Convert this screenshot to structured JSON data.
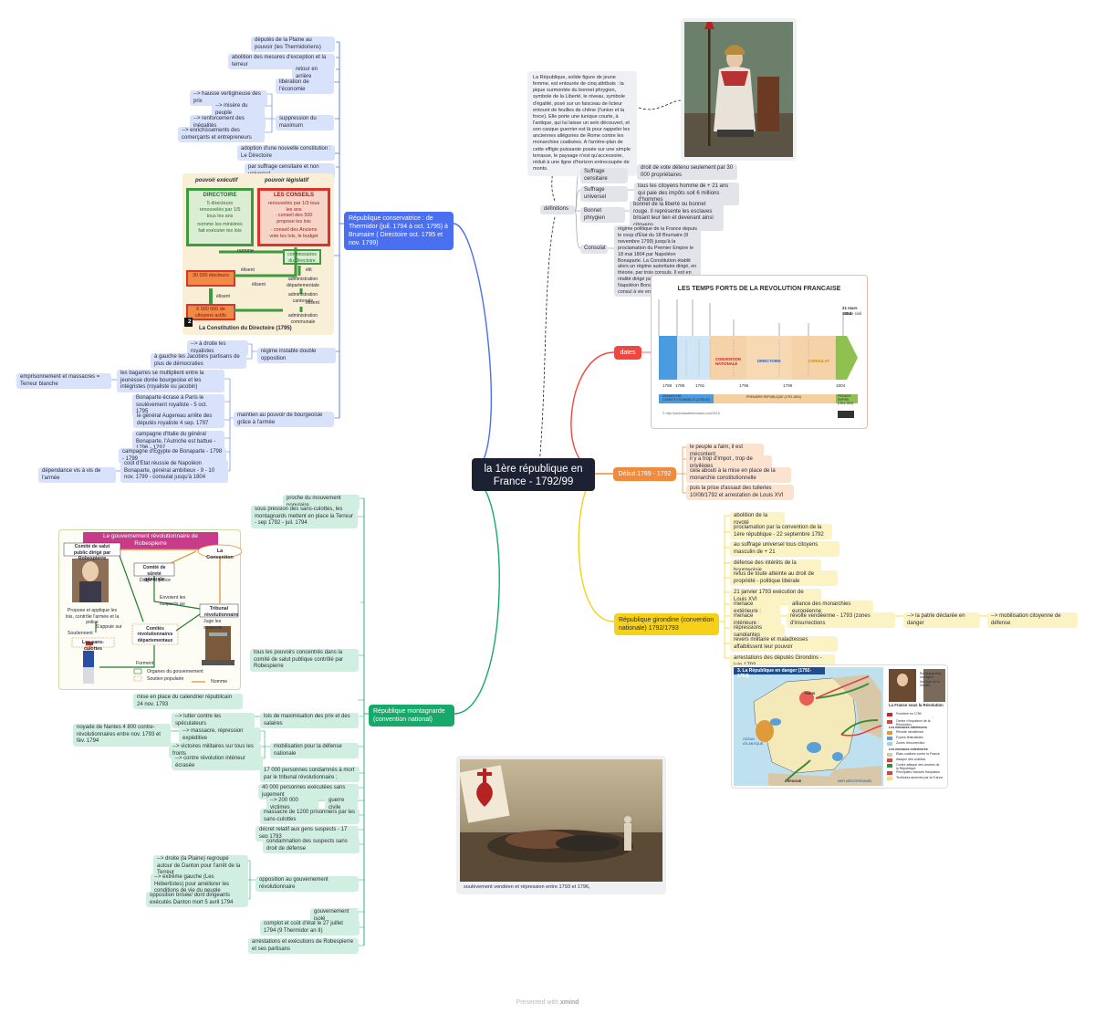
{
  "central": {
    "title": "la 1ère république en France - 1792/99"
  },
  "footer": {
    "presented": "Presented with",
    "brand": "xmind"
  },
  "colors": {
    "conservatrice": "#4a6ff0",
    "montagnarde": "#17a86b",
    "dates": "#f2453d",
    "debut": "#f08a3c",
    "girondine": "#f5d11a",
    "central": "#1c2233"
  },
  "conservatrice": {
    "title": "République conservatrice : de Thermidor (juil. 1794 à oct. 1795) à Brumaire ( Directoire oct. 1795 et nov. 1799)",
    "thermidor": {
      "deputes": "députés de la Plaine au pouvoir (les Thermidoriens)",
      "abolition": "abolition des mesures d'exception et la terreur",
      "retour": "retour en arrière",
      "liberation": "libération de l'économie",
      "suppression": "suppression du maximum",
      "hausse": "--> hausse vertigineuse des prix",
      "misere": "--> misère du peuple",
      "renforcement": "--> renforcement des inégalités",
      "enrichissement": "--> enrichissements des comerçants et entrepreneurs"
    },
    "adoption": "adoption d'une nouvelle constitution : Le Directoire",
    "suffrage": "par suffrage censitaire et non universel",
    "instable": {
      "label": "régime instable double opposition",
      "droite": "--> à droite les royalistes",
      "gauche": "à gauche les Jacobins partisans de plus de démocraties"
    },
    "maintien": {
      "label": "maintien au pouvoir de bourgeoisie grâce à l'armée",
      "bagarres": "les bagarres se multiplient entre la jeunesse dorée bourgeoise et les intégristes (royaliste ou jacobin)",
      "emprisonnement": "emprisonnement et massacres = Terreur blanche",
      "bonaparte": "Bonaparte écrase à Paris le soulèvement royaliste - 5 oct. 1795",
      "augereau": "le général Augereau arrête des députés royaliste 4 sep. 1797",
      "italie": "campagne d'Italie du général Bonaparte, l'Autriche est battue - 1796 - 1797",
      "egypte": "campagne d'Egypte de Bonaparte - 1798 - 1799",
      "coup": "coût d'Etat réussie de Napoléon Bonaparte, général ambitieux - 9 - 10 nov. 1799 - consulat jusqu'à 1804",
      "dependance": "dépendance vis à vis de l'armée"
    },
    "constitution_image": {
      "exec": "pouvoir exécutif",
      "legis": "pouvoir législatif",
      "directoire": "DIRECTOIRE",
      "dir_text": "5 directeurs renouvelés par 1/5 tous les ans",
      "dir_text2": "nomme les ministres fait exécuter les lois",
      "conseils": "LES CONSEILS",
      "cons_text": "renouvelés par 1/3 tous les ans",
      "cons_b1": "· conseil des 500 propose les lois",
      "cons_b2": "· conseil des Anciens vote les lois, le budget",
      "nomme": "nomme",
      "commissaires": "commissaires du Directoire",
      "admin_dep": "administration départementale",
      "admin_can": "administration cantonale",
      "admin_com": "administration communale",
      "electeurs": "30 000 électeurs",
      "citoyens": "6 000 000 de citoyens actifs",
      "elisent": "élisent",
      "elisent2": "élisent",
      "elisent3": "élisent",
      "elisent4": "élisent",
      "elit": "élit",
      "badge": "2",
      "caption": "La Constitution du Directoire (1795)"
    }
  },
  "montagnarde": {
    "title": "République montagnarde (convention national)",
    "proche": "proche du mouvement populaire",
    "pression": "sous pression des sans-culottes, les montagnards mettent en place la Terreur - sep 1792 - juil. 1794",
    "pouvoirs": "tous les pouvoirs concentrés dans la comité de salut publique contrôlé par Robespierre",
    "calendrier": "mise en place du calendrier républicain 24 nov. 1793",
    "maximisation": "lois de maximisation des prix et des salaires",
    "speculateurs": "--> lutter contre les spéculateurs",
    "mobilisation": "mobilisation pour la défense nationale",
    "massacre": "--> massacre, répression expéditive",
    "noyade": "noyade de Nantes 4 800 contre-révolutionnaires entre nov. 1793 et fév. 1794",
    "victoires": "--> victoires militaires sur tous les fronts",
    "contre": "--> contre révolution intérieur écrasée",
    "condamnees": "17 000 personnes condamnés à mort par le tribunal révolutionnaire ;",
    "executees": "40 000 personnes exécutées sans jugement",
    "victimes": "--> 200 000 victimes",
    "guerre": "guerre civile",
    "massacre1200": "massacre de 1200 prisonniers par les sans-culottes",
    "decret": "décret relatif aux gens suspects - 17 sep 1793",
    "condamnation": "condamnation des suspects sans droit de défense",
    "opposition": "opposition au gouvernement révolutionnaire",
    "plaine": "--> droite (la Plaine) regroupé autour de Danton pour l'arrêt de la Terreur",
    "hebertistes": "--> extrême gauche (Les Hébertistes) pour améliorer les conditions de vie du peuple",
    "brisee": "opposition brisée/ dont dirigeants exécutés Danton mort 5 avril 1794",
    "isole": "gouvernement isolé",
    "complot": "complot et coût d'état le 27 juillet 1794 (9 Thermidor an II)",
    "arrestations": "arrestations et exécutions de Robespierre et ses partisans",
    "gouv_image": {
      "title": "Le gouvernement révolutionnaire de Robespierre",
      "csp": "Comité de salut public dirigé par Robespierre",
      "convention": "La Convention",
      "csg": "Comité de sûreté générale",
      "dirige": "Dirige la police",
      "envoient": "Envoient les suspects au",
      "tribunal": "Tribunal révolutionnaire",
      "juge": "Juge les suspects",
      "propose": "Propose et applique les lois, contrôle l'armée et la police",
      "appuie": "S'appuie sur",
      "soutiennent": "Soutiennent",
      "sansculottes": "Les sans-culottes",
      "comites": "Comités révolutionnaires départementaux",
      "forment": "Forment",
      "leg1": "Organes du gouvernement",
      "leg2": "Soutien populaire",
      "leg3": "Nomme"
    },
    "vendee_caption": "soulèvement vendéen et répression entre 1793 et 1796,"
  },
  "dates": {
    "label": "dates",
    "timeline": {
      "title": "LES TEMPS FORTS DE LA REVOLUTION FRANCAISE",
      "convention": "CONVENTION NATIONALE",
      "directoire": "DIRECTOIRE",
      "consulat": "CONSULAT",
      "y1788": "1788",
      "y1789": "1789",
      "y1791": "1791",
      "y1795": "1795",
      "y1799": "1799",
      "y1804": "1804",
      "ev1804": "21 mars 1804",
      "ev1804b": "Code civil",
      "copyright": "© http://parentsactifsfondarts.com/2015",
      "band1": "MONARCHIE CONSTITUTIONNELLE (1789-92)",
      "band2": "PREMIERE REPUBLIQUE (1792-1804)",
      "band3": "PREMIER EMPIRE (1804-1814)"
    }
  },
  "debut": {
    "label": "Début 1789 - 1792",
    "faim": "le peuple a faim, il est mécontent",
    "impot": "il y a trop d'impot , trop de privilèges",
    "abouti": "cela abouti à la mise en place de la monarchie constitutionnelle",
    "prise": "puis la prise d'assaut des tuileries 10/08/1792 et arrestation de Louis XVI"
  },
  "girondine": {
    "label": "République girondine (convention nationale) 1792/1793",
    "abolition": "abolition de la royoté",
    "proclamation": "proclamation par la convention de la 1ère république - 22 septembre 1792",
    "suffrage": "au suffrage universel tous citoyens masculin de + 21",
    "defense": "défense des intérêts de la bourgeoisie",
    "refus": "refus de toute atteinte au droit de propriété - politique libérale",
    "execution": "21 janvier 1793 exécution de Louis XVI",
    "exterieure": "menace extérieure :",
    "alliance": "alliance des monarchies européenne",
    "interieure": "menace intérieure :",
    "vendeenne": "révolte vendéenne - 1793 (zones d'insurrections",
    "patrie": "--> la patrie déclarée en danger",
    "mobilisation": "--> mobilisation citoyenne de défense",
    "repressions": "répressions sanglantes",
    "revers": "revers militaire et maladresses affaiblissent leur pouvoir",
    "arrestations": "arrestations des députés Girondins - juin 1793",
    "map": {
      "title": "3. La République en danger (1792-1794)",
      "legend_title": "La France sous la Révolution",
      "l1": "Frontière en 1789",
      "l2": "Centre d'impulsion de la Révolution",
      "l3": "Les menaces intérieures",
      "l4": "Révolte vendéenne",
      "l5": "Foyers fédéralistes",
      "l6": "Zones d'insurrection",
      "l7": "Les menaces extérieures",
      "l8": "États coalisés contre la France",
      "l9": "Attaque des coalisés",
      "l10": "Contre-attaque des armées de la République",
      "l11": "Principales victoires françaises",
      "l12": "Territoires annexés par la France",
      "portrait": "Rochejaquelein, une figure héroïque de la Vendée",
      "ocean": "OCÉAN ATLANTIQUE",
      "paris": "PARIS",
      "espagne": "ESPAGNE",
      "mer": "MER MÉDITERRANÉE"
    }
  },
  "definitions": {
    "label": "définitions",
    "republique_text": "La République, solide figure de jeune femme, est entourée de cinq attributs : la pique surmontée du bonnet phrygien, symbole de la Liberté, le niveau, symbole d'égalité, posé sur un faisceau de licteur entouré de feuilles de chêne (l'union et la force). Elle porte une tunique courte, à l'antique, qui lui laisse un sein découvert, et son casque guerrier est là pour rappeler les anciennes allégories de Rome contre les monarchies coalisées. A l'arrière-plan de cette effigie puissante posée sur une simple terrasse, le paysage n'est qu'accessoire, réduit à une ligne d'horizon entrecoupée de monts.",
    "censitaire": "Suffrage censitaire",
    "censitaire_def": "droit de vote détenu seulement par 30 000 propriétaires",
    "universel": "Suffrage universel",
    "universel_def": "tous les citoyens homme de + 21 ans qui paie des impôts soit 6 millions d'hommes",
    "bonnet": "Bonnet phrygien",
    "bonnet_def": "bonnet de la liberté ou bonnet rouge. Il représente les esclaves brisant leur lien et devenant ainsi citoyens.",
    "consulat": "Consulat",
    "consulat_def": "régime politique de la France depuis le coup d'État du 18 Brumaire (9 novembre 1799) jusqu'à la proclamation du Premier Empire le 18 mai 1804 par Napoléon Bonaparte. La Constitution établit alors un régime autoritaire dirigé, en théorie, par trois consuls. Il est en réalité dirigé par le Premier consul, Napoléon Bonaparte, qui deviendra consul à vie en 1802."
  }
}
